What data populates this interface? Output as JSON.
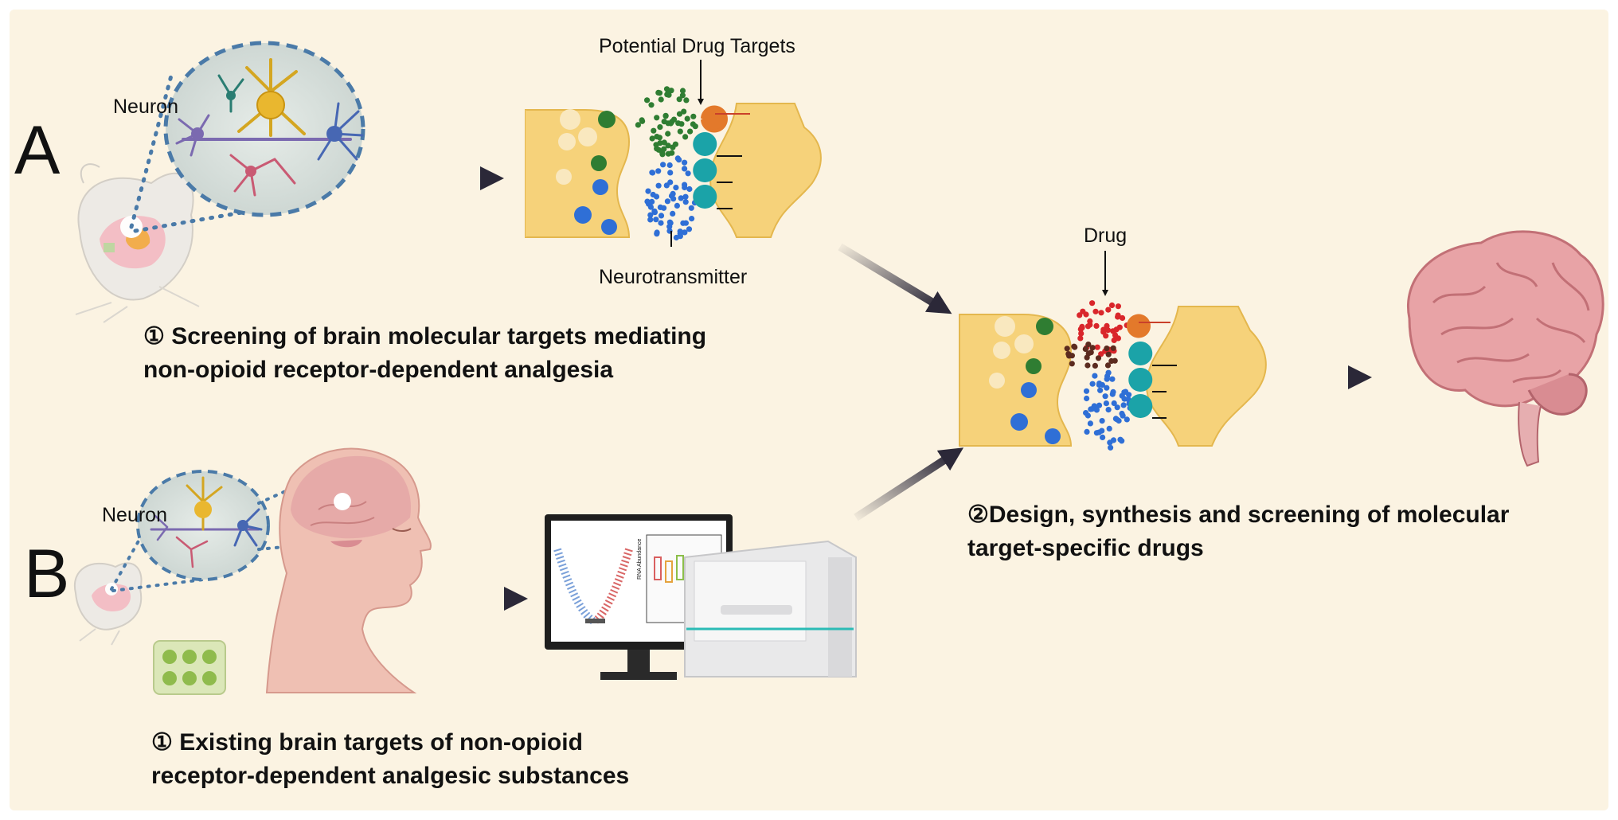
{
  "panel_a": {
    "letter": "A",
    "neuron_label": "Neuron",
    "targets_label": "Potential Drug Targets",
    "neurotransmitter_label": "Neurotransmitter",
    "caption_line1": "① Screening of brain molecular targets mediating",
    "caption_line2": "non-opioid receptor-dependent analgesia"
  },
  "panel_b": {
    "letter": "B",
    "neuron_label": "Neuron",
    "caption_line1": "① Existing brain targets of non-opioid",
    "caption_line2": "receptor-dependent analgesic substances",
    "screen_ylabel": "RNA Abundance"
  },
  "convergence": {
    "drug_label": "Drug",
    "caption_line1": "②Design, synthesis and screening of molecular",
    "caption_line2": "target-specific drugs"
  },
  "colors": {
    "background": "#fbf3e2",
    "terminal": "#f6d27a",
    "neurotransmitter": "#2f6fd6",
    "cluster_a": "#2f7d32",
    "drug": "#d9262b",
    "receptor": "#1ba3a8",
    "target_receptor": "#e3792b",
    "arrow": "#2b2838"
  }
}
